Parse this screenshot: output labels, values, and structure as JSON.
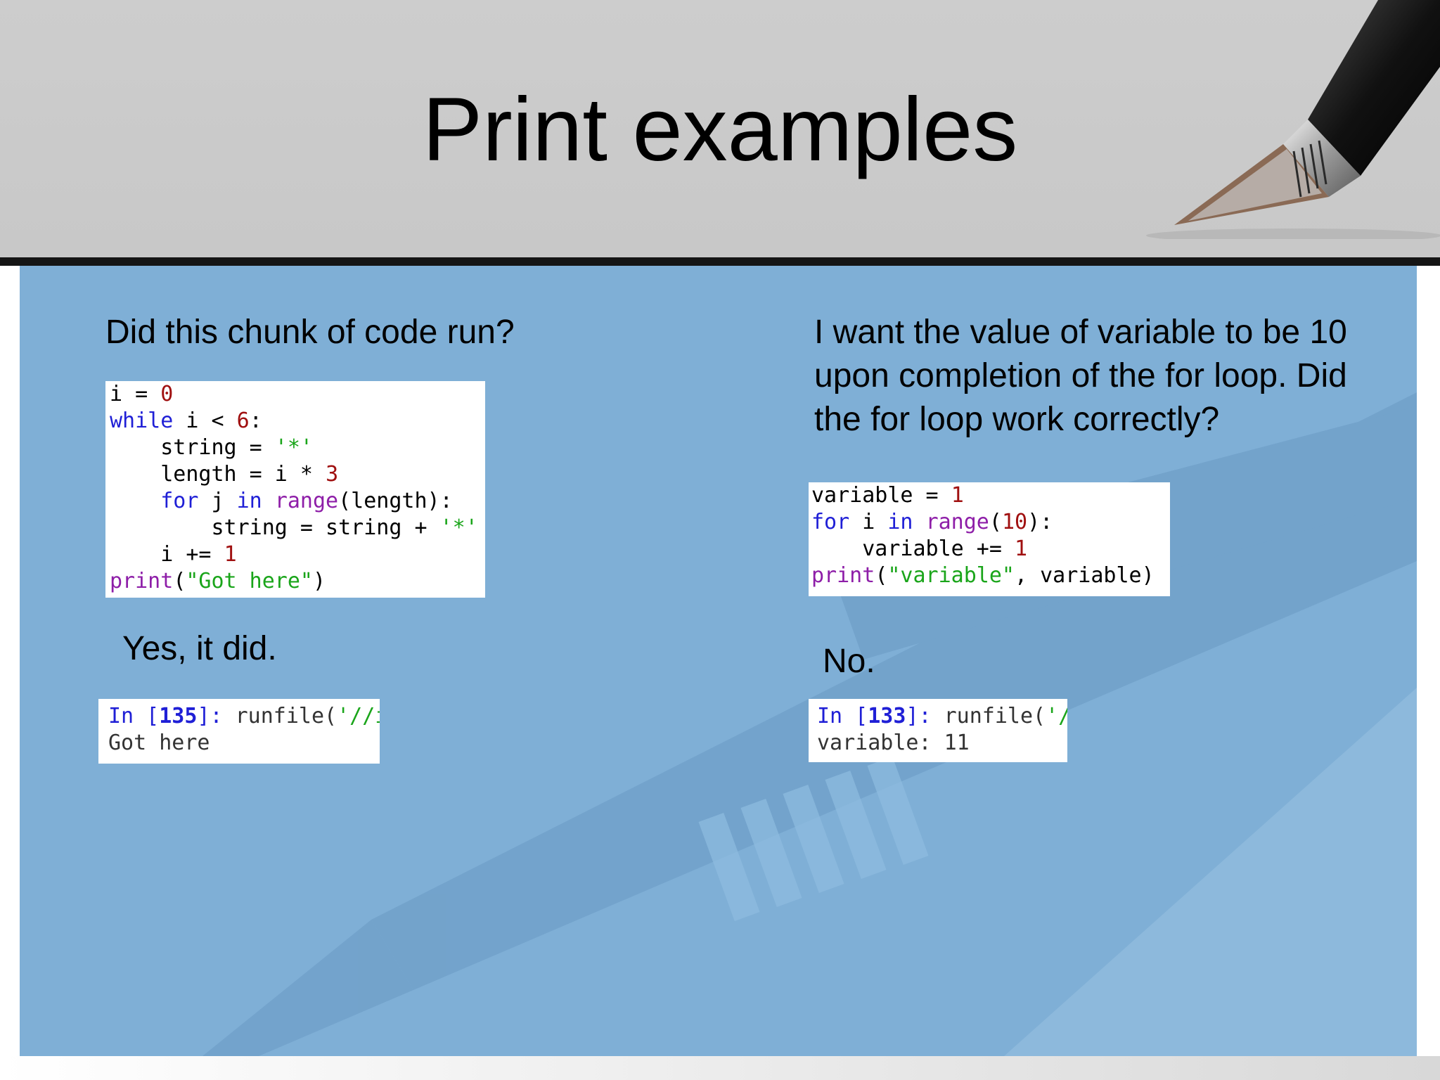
{
  "slide": {
    "title": "Print examples"
  },
  "left": {
    "question": "Did this chunk of code run?",
    "code": {
      "line1": {
        "a": "i = ",
        "b": "0"
      },
      "line2": {
        "kw": "while",
        "a": " i < ",
        "num": "6",
        "b": ":"
      },
      "line3": {
        "indent": "    ",
        "a": "string = ",
        "str": "'*'"
      },
      "line4": {
        "indent": "    ",
        "a": "length = i * ",
        "num": "3"
      },
      "line5": {
        "indent": "    ",
        "kw1": "for",
        "a": " j ",
        "kw2": "in",
        "sp": " ",
        "fn": "range",
        "b": "(length):"
      },
      "line6": {
        "indent": "        ",
        "a": "string = string + ",
        "str": "'*'"
      },
      "line7": {
        "indent": "    ",
        "a": "i += ",
        "num": "1"
      },
      "line8": {
        "fn": "print",
        "a": "(",
        "str": "\"Got here\"",
        "b": ")"
      }
    },
    "answer": "Yes, it did.",
    "output": {
      "prompt_in": "In [",
      "prompt_num": "135",
      "prompt_close": "]: ",
      "call": "runfile(",
      "arg": "'//is",
      "result": "Got here"
    }
  },
  "right": {
    "question_line1": "I want the value of variable to be 10",
    "question_line2": "upon completion of the for loop. Did",
    "question_line3": "the for loop work correctly?",
    "code": {
      "line1": {
        "a": "variable = ",
        "num": "1"
      },
      "line2": {
        "kw1": "for",
        "a": " i ",
        "kw2": "in",
        "sp": " ",
        "fn": "range",
        "b": "(",
        "num": "10",
        "c": "):"
      },
      "line3": {
        "indent": "    ",
        "a": "variable += ",
        "num": "1"
      },
      "line4": {
        "fn": "print",
        "a": "(",
        "str": "\"variable\"",
        "b": ", variable)"
      }
    },
    "answer": "No.",
    "output": {
      "prompt_in": "In [",
      "prompt_num": "133",
      "prompt_close": "]: ",
      "call": "runfile(",
      "arg": "'/",
      "result": "variable: 11"
    }
  },
  "colors": {
    "content_bg": "#7fafd6",
    "header_bg": "#cdcdcd",
    "keyword": "#1f1fd6",
    "number": "#a01010",
    "string": "#1aa51a",
    "builtin": "#8e1ea8"
  }
}
